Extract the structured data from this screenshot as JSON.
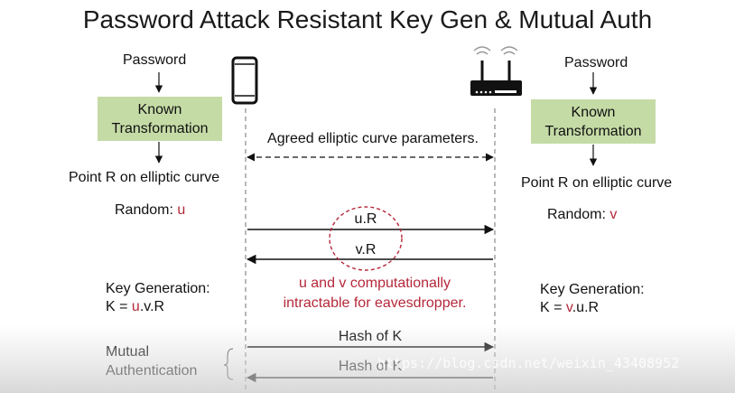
{
  "title": "Password Attack Resistant Key Gen & Mutual Auth",
  "left": {
    "password": "Password",
    "transform_line1": "Known",
    "transform_line2": "Transformation",
    "point": "Point R on elliptic curve",
    "random_label": "Random: ",
    "random_var": "u",
    "keygen_label": "Key Generation:",
    "key_prefix": "K = ",
    "key_var": "u",
    "key_suffix": ".v.R",
    "mutual_line1": "Mutual",
    "mutual_line2": "Authentication"
  },
  "right": {
    "password": "Password",
    "transform_line1": "Known",
    "transform_line2": "Transformation",
    "point": "Point R on elliptic curve",
    "random_label": "Random: ",
    "random_var": "v",
    "keygen_label": "Key Generation:",
    "key_prefix": "K = ",
    "key_var": "v",
    "key_suffix": ".u.R"
  },
  "messages": {
    "agreed": "Agreed elliptic curve parameters.",
    "uR": "u.R",
    "vR": "v.R",
    "note_line1": "u and v computationally",
    "note_line2": "intractable for eavesdropper.",
    "hash1": "Hash of K",
    "hash2": "Hash of K"
  },
  "watermark": "https://blog.csdn.net/weixin_43408952",
  "colors": {
    "box": "#c5dba6",
    "red": "#b5283a",
    "text": "#111111"
  },
  "icons": {
    "left_device": "smartphone-icon",
    "right_device": "wifi-router-icon"
  }
}
